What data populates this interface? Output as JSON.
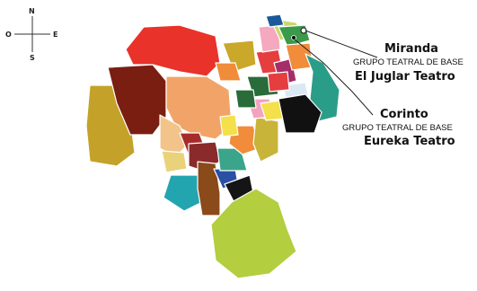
{
  "compass": {
    "north": "N",
    "south": "S",
    "east": "E",
    "west": "O"
  },
  "labels": [
    {
      "city": "Miranda",
      "type": "GRUPO TEATRAL DE BASE",
      "group": "El Juglar Teatro"
    },
    {
      "city": "Corinto",
      "type": "GRUPO TEATRAL DE BASE",
      "group": "Eureka Teatro"
    }
  ],
  "colors": {
    "outline": "#ffffff",
    "region_palette": [
      "#e8322a",
      "#7a1e12",
      "#c4a22a",
      "#f2a468",
      "#b3ce3e",
      "#2b8f8a",
      "#f5a8c0",
      "#e53e3e",
      "#fff2a6",
      "#3a9a4a",
      "#111111",
      "#2a4fa3",
      "#23a5b0",
      "#e9d27a",
      "#8a5a2a",
      "#a62c2c",
      "#f08c3a",
      "#dbe9f4",
      "#f3e04a",
      "#9ccc3b",
      "#2a9d88",
      "#c7b8e6"
    ],
    "marker": "#ffffff"
  }
}
